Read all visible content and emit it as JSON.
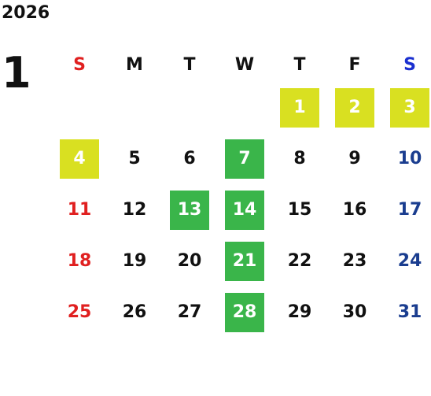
{
  "calendar": {
    "year": "2026",
    "month": "1",
    "weekdays": [
      "S",
      "M",
      "T",
      "W",
      "T",
      "F",
      "S"
    ],
    "colors": {
      "sunday": "#e02020",
      "saturday": "#1a3d8f",
      "highlight_yellow": "#d9e021",
      "highlight_green": "#3ab54a"
    },
    "weeks": [
      [
        {
          "day": "",
          "hl": ""
        },
        {
          "day": "",
          "hl": ""
        },
        {
          "day": "",
          "hl": ""
        },
        {
          "day": "",
          "hl": ""
        },
        {
          "day": "1",
          "hl": "yellow"
        },
        {
          "day": "2",
          "hl": "yellow"
        },
        {
          "day": "3",
          "hl": "yellow"
        }
      ],
      [
        {
          "day": "4",
          "hl": "yellow"
        },
        {
          "day": "5",
          "hl": ""
        },
        {
          "day": "6",
          "hl": ""
        },
        {
          "day": "7",
          "hl": "green"
        },
        {
          "day": "8",
          "hl": ""
        },
        {
          "day": "9",
          "hl": ""
        },
        {
          "day": "10",
          "hl": ""
        }
      ],
      [
        {
          "day": "11",
          "hl": ""
        },
        {
          "day": "12",
          "hl": ""
        },
        {
          "day": "13",
          "hl": "green"
        },
        {
          "day": "14",
          "hl": "green"
        },
        {
          "day": "15",
          "hl": ""
        },
        {
          "day": "16",
          "hl": ""
        },
        {
          "day": "17",
          "hl": ""
        }
      ],
      [
        {
          "day": "18",
          "hl": ""
        },
        {
          "day": "19",
          "hl": ""
        },
        {
          "day": "20",
          "hl": ""
        },
        {
          "day": "21",
          "hl": "green"
        },
        {
          "day": "22",
          "hl": ""
        },
        {
          "day": "23",
          "hl": ""
        },
        {
          "day": "24",
          "hl": ""
        }
      ],
      [
        {
          "day": "25",
          "hl": ""
        },
        {
          "day": "26",
          "hl": ""
        },
        {
          "day": "27",
          "hl": ""
        },
        {
          "day": "28",
          "hl": "green"
        },
        {
          "day": "29",
          "hl": ""
        },
        {
          "day": "30",
          "hl": ""
        },
        {
          "day": "31",
          "hl": ""
        }
      ]
    ]
  }
}
